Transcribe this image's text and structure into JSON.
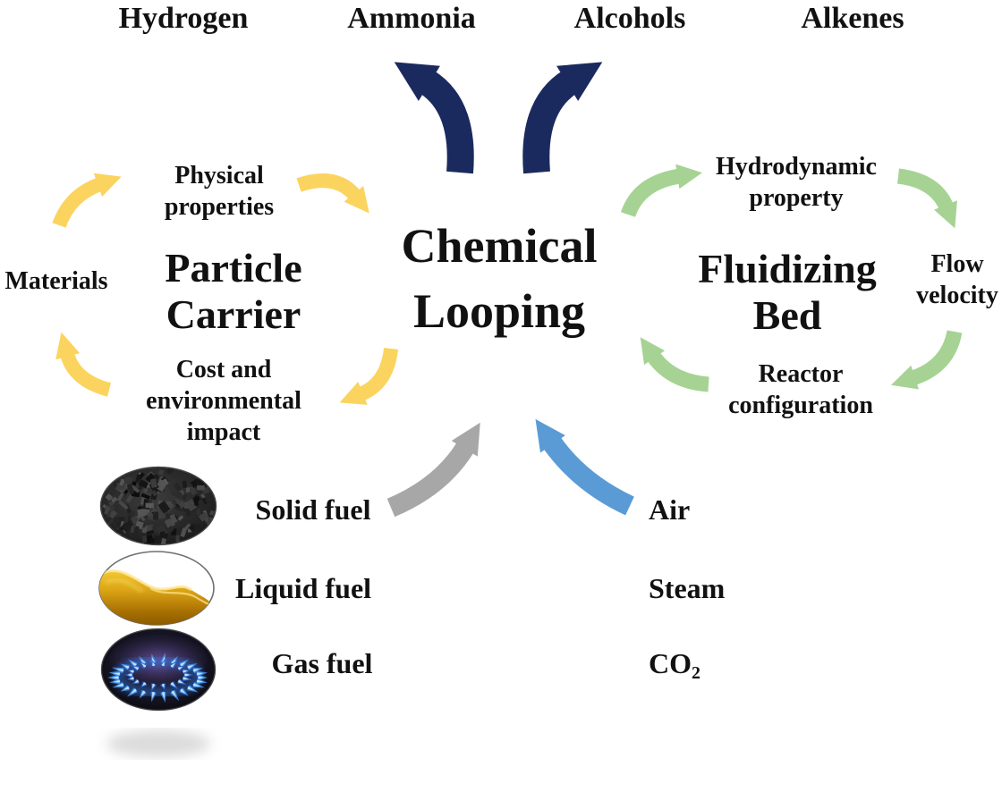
{
  "colors": {
    "navy": "#1b2a5e",
    "yellow": "#fbd45f",
    "green": "#a6d394",
    "gray": "#a7a7a7",
    "blue": "#5b9bd5",
    "text": "#111111"
  },
  "products": {
    "items": [
      "Hydrogen",
      "Ammonia",
      "Alcohols",
      "Alkenes"
    ]
  },
  "center": {
    "line1": "Chemical",
    "line2": "Looping"
  },
  "particle_carrier": {
    "title_line1": "Particle",
    "title_line2": "Carrier",
    "factor_top_line1": "Physical",
    "factor_top_line2": "properties",
    "factor_left": "Materials",
    "factor_bottom_line1": "Cost and",
    "factor_bottom_line2": "environmental",
    "factor_bottom_line3": "impact"
  },
  "fluidizing_bed": {
    "title_line1": "Fluidizing",
    "title_line2": "Bed",
    "factor_top_line1": "Hydrodynamic",
    "factor_top_line2": "property",
    "factor_right_line1": "Flow",
    "factor_right_line2": "velocity",
    "factor_bottom_line1": "Reactor",
    "factor_bottom_line2": "configuration"
  },
  "fuels": {
    "solid": "Solid fuel",
    "liquid": "Liquid fuel",
    "gas": "Gas fuel",
    "solid_icon": "coal-image",
    "liquid_icon": "oil-image",
    "gas_icon": "gas-burner-image"
  },
  "oxidants": {
    "air": "Air",
    "steam": "Steam",
    "co2_base": "CO",
    "co2_sub": "2"
  }
}
